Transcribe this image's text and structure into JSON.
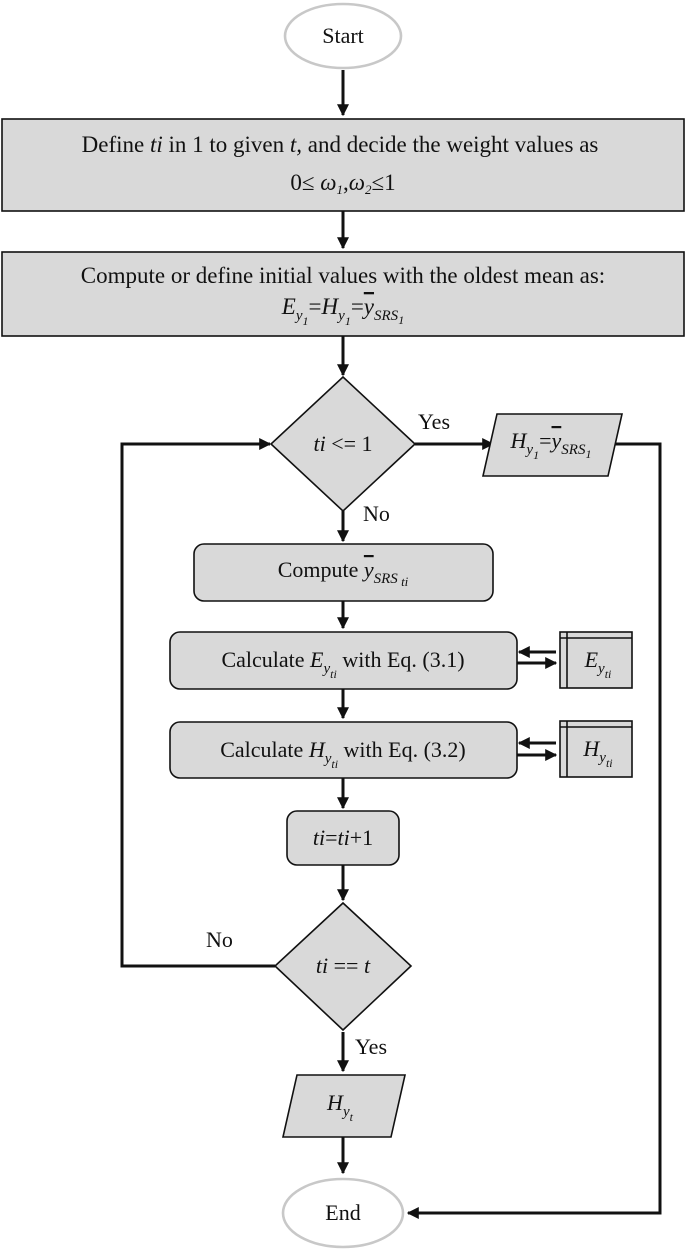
{
  "nodes": {
    "start": "Start",
    "end": "End",
    "define": {
      "line1_pre": "Define ",
      "line1_ti": "ti",
      "line1_mid": " in 1 to given ",
      "line1_t": "t,",
      "line1_post": " and decide the weight values as",
      "line2_pre": "0≤ ",
      "line2_w1": "ω",
      "line2_w1_sub": "1",
      "line2_comma": ",",
      "line2_w2": "ω",
      "line2_w2_sub": "2",
      "line2_post": "≤1"
    },
    "compute_init": {
      "line1": "Compute or define initial values with the oldest mean as:",
      "E": "E",
      "H": "H",
      "y": "y",
      "sub1": "1",
      "eq": "=",
      "ybar": "y",
      "srs": "SRS",
      "srs_sub": "1"
    },
    "decision1": {
      "ti": "ti",
      "op": " <= 1"
    },
    "output1": {
      "H": "H",
      "y": "y",
      "sub1": "1",
      "eq": "=",
      "ybar": "y",
      "srs": "SRS",
      "srs_sub": "1"
    },
    "compute_mean": {
      "pre": "Compute ",
      "ybar": "y",
      "srs": "SRS",
      "ti": " ti"
    },
    "calc_E": {
      "pre": "Calculate ",
      "E": "E",
      "y": "y",
      "ti": "ti",
      "post": " with Eq. (3.1)"
    },
    "store_E": {
      "E": "E",
      "y": "y",
      "ti": "ti"
    },
    "calc_H": {
      "pre": "Calculate ",
      "H": "H",
      "y": "y",
      "ti": "ti",
      "post": " with Eq. (3.2)"
    },
    "store_H": {
      "H": "H",
      "y": "y",
      "ti": "ti"
    },
    "increment": {
      "ti1": "ti",
      "eq": "=",
      "ti2": "ti",
      "plus": "+1"
    },
    "decision2": {
      "ti": "ti",
      "op": " == ",
      "t": "t"
    },
    "output_final": {
      "H": "H",
      "y": "y",
      "t": "t"
    }
  },
  "edge_labels": {
    "yes1": "Yes",
    "no1": "No",
    "no2": "No",
    "yes2": "Yes"
  }
}
